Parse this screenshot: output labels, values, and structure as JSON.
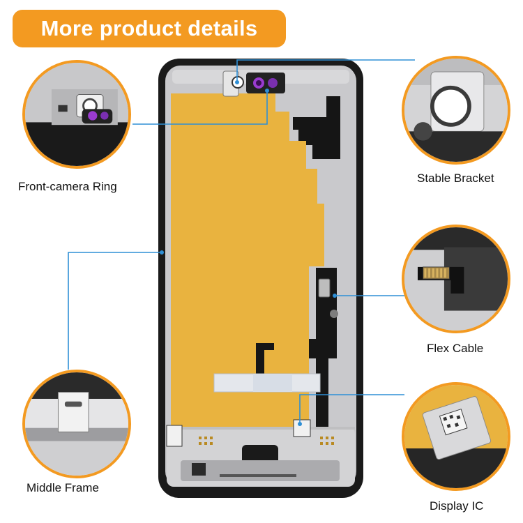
{
  "header": {
    "title": "More product details"
  },
  "colors": {
    "accent": "#f39a21",
    "callout_line": "#2e8fd6",
    "adhesive": "#e9b33f",
    "frame": "#c9c9cc"
  },
  "callouts": {
    "front_camera_ring": "Front-camera Ring",
    "stable_bracket": "Stable Bracket",
    "flex_cable": "Flex Cable",
    "middle_frame": "Middle Frame",
    "display_ic": "Display IC"
  }
}
